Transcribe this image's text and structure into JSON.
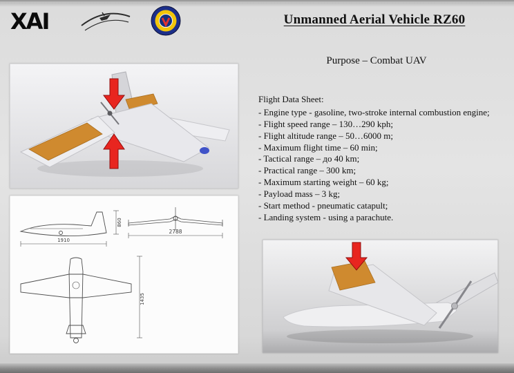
{
  "header": {
    "title": "Unmanned Aerial Vehicle  RZ60",
    "purpose": "Purpose – Combat UAV"
  },
  "logos": {
    "xai_text": "XAI"
  },
  "flight": {
    "heading": "Flight Data Sheet:",
    "items": [
      "- Engine type - gasoline, two-stroke internal combustion engine;",
      "- Flight speed range  – 130…290 kph;",
      "- Flight altitude range – 50…6000 m;",
      "- Maximum flight time – 60 min;",
      "- Tactical range – до 40 km;",
      "- Practical range – 300 km;",
      "- Maximum starting weight – 60 kg;",
      "- Payload mass – 3 kg;",
      "- Start method - pneumatic catapult;",
      "- Landing system - using a parachute."
    ]
  },
  "drawing": {
    "length": "1910",
    "height": "860",
    "span": "2788",
    "top_length": "1435"
  },
  "colors": {
    "accent_orange": "#cf8a2f",
    "arrow_red": "#e8251f",
    "nose_blue": "#4053c8"
  }
}
